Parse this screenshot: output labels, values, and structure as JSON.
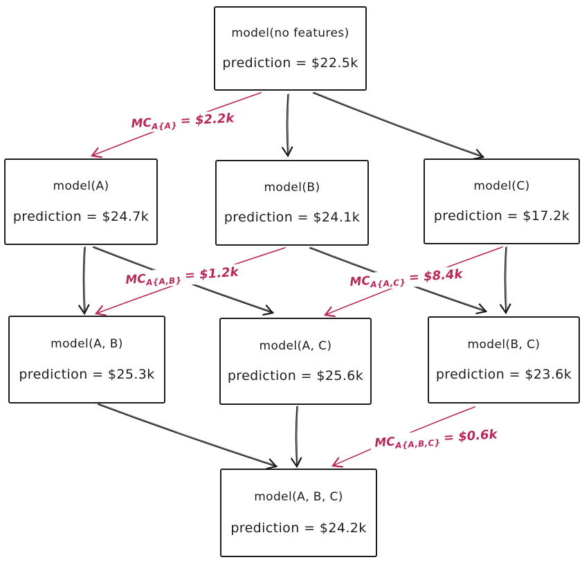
{
  "colors": {
    "stroke": "#1b1b1b",
    "highlight": "#b8295a",
    "background": "#ffffff"
  },
  "nodes": [
    {
      "id": "root",
      "title": "model(no features)",
      "prediction": "prediction = $22.5k"
    },
    {
      "id": "a",
      "title": "model(A)",
      "prediction": "prediction = $24.7k"
    },
    {
      "id": "b",
      "title": "model(B)",
      "prediction": "prediction = $24.1k"
    },
    {
      "id": "c",
      "title": "model(C)",
      "prediction": "prediction = $17.2k"
    },
    {
      "id": "ab",
      "title": "model(A, B)",
      "prediction": "prediction = $25.3k"
    },
    {
      "id": "ac",
      "title": "model(A, C)",
      "prediction": "prediction = $25.6k"
    },
    {
      "id": "bc",
      "title": "model(B, C)",
      "prediction": "prediction = $23.6k"
    },
    {
      "id": "abc",
      "title": "model(A, B, C)",
      "prediction": "prediction = $24.2k"
    }
  ],
  "edges": [
    {
      "from": "root",
      "to": "a",
      "highlight": true
    },
    {
      "from": "root",
      "to": "b",
      "highlight": false
    },
    {
      "from": "root",
      "to": "c",
      "highlight": false
    },
    {
      "from": "a",
      "to": "ab",
      "highlight": false
    },
    {
      "from": "a",
      "to": "ac",
      "highlight": false
    },
    {
      "from": "b",
      "to": "ab",
      "highlight": true
    },
    {
      "from": "b",
      "to": "bc",
      "highlight": false
    },
    {
      "from": "c",
      "to": "ac",
      "highlight": true
    },
    {
      "from": "c",
      "to": "bc",
      "highlight": false
    },
    {
      "from": "ab",
      "to": "abc",
      "highlight": false
    },
    {
      "from": "ac",
      "to": "abc",
      "highlight": false
    },
    {
      "from": "bc",
      "to": "abc",
      "highlight": true
    }
  ],
  "mc_labels": [
    {
      "prefix": "MC",
      "subscript": "A{A}",
      "value": "= $2.2k"
    },
    {
      "prefix": "MC",
      "subscript": "A{A,B}",
      "value": "= $1.2k"
    },
    {
      "prefix": "MC",
      "subscript": "A{A,C}",
      "value": "= $8.4k"
    },
    {
      "prefix": "MC",
      "subscript": "A{A,B,C}",
      "value": "= $0.6k"
    }
  ]
}
